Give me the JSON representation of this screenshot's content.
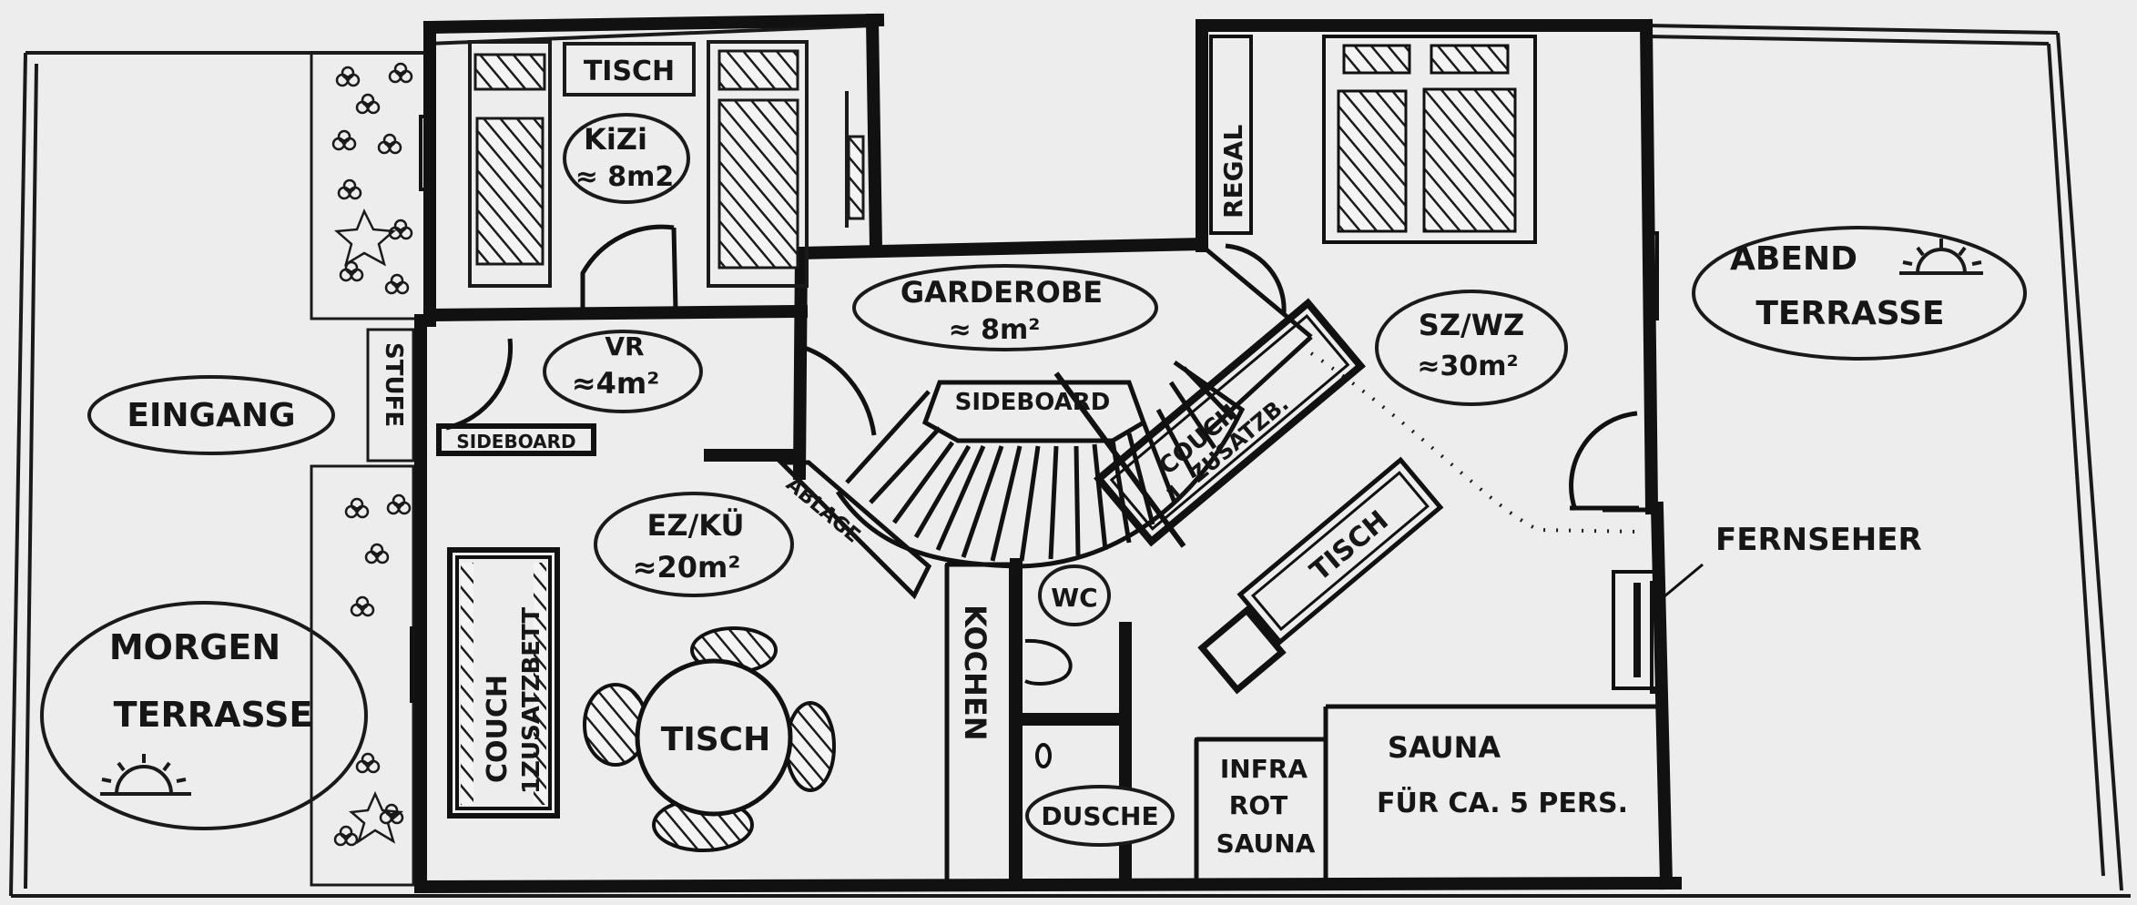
{
  "plan": {
    "outdoor_left": {
      "entrance": "EINGANG",
      "morning_terrace": [
        "MORGEN",
        "TERRASSE"
      ],
      "step": "STUFE"
    },
    "outdoor_right": {
      "evening_terrace": [
        "ABEND",
        "TERRASSE"
      ],
      "tv_label": "FERNSEHER"
    },
    "kids_room": {
      "name": "KiZi",
      "area": "≈ 8m2",
      "table": "TISCH"
    },
    "hallway": {
      "name": "VR",
      "area": "≈4m²",
      "sideboard": "SIDEBOARD"
    },
    "wardrobe": {
      "name": "GARDEROBE",
      "area": "≈ 8m²",
      "sideboard": "SIDEBOARD"
    },
    "kitchen_dining": {
      "name": "EZ/KÜ",
      "area": "≈20m²",
      "couch": [
        "COUCH",
        "1ZUSATZBETT"
      ],
      "table": "TISCH",
      "counter": "ABLAGE",
      "cooking": "KOCHEN"
    },
    "bath": {
      "wc": "WC",
      "shower": "DUSCHE"
    },
    "living_room": {
      "shelf": "REGAL",
      "name": "SZ/WZ",
      "area": "≈30m²",
      "couch": [
        "COUCH",
        "1. ZUSATZB."
      ],
      "table": "TISCH"
    },
    "infrared": [
      "INFRA",
      "ROT",
      "SAUNA"
    ],
    "sauna": [
      "SAUNA",
      "FÜR CA. 5 PERS."
    ]
  }
}
